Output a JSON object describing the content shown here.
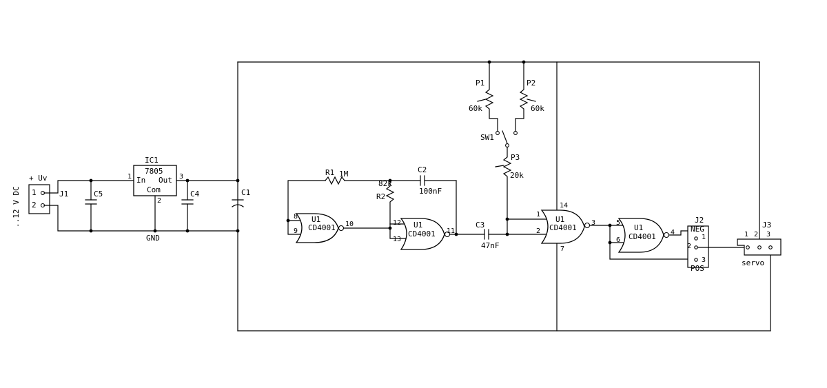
{
  "power": {
    "supply_label": "..12 V DC",
    "header_label": "+ Uv",
    "connector": "J1",
    "pin1": "1",
    "pin2": "2",
    "regulator": {
      "name": "IC1",
      "part": "7805",
      "in_label": "In",
      "out_label": "Out",
      "com_label": "Com",
      "pin_in": "1",
      "pin_out": "3",
      "pin_com": "2"
    },
    "caps": [
      "C5",
      "C4",
      "C1"
    ],
    "gnd_label": "GND"
  },
  "oscillator": {
    "r1": "R1",
    "r1_value": "1M",
    "r2": "R2",
    "r2_value": "82k",
    "c2": "C2",
    "c2_value": "100nF",
    "c3": "C3",
    "c3_value": "47nF"
  },
  "gates": [
    {
      "ref": "U1",
      "part": "CD4001",
      "in_a": "8",
      "in_b": "9",
      "out": "10"
    },
    {
      "ref": "U1",
      "part": "CD4001",
      "in_a": "12",
      "in_b": "13",
      "out": "11"
    },
    {
      "ref": "U1",
      "part": "CD4001",
      "in_a": "1",
      "in_b": "2",
      "out": "3",
      "vdd": "14",
      "vss": "7"
    },
    {
      "ref": "U1",
      "part": "CD4001",
      "in_a": "5",
      "in_b": "6",
      "out": "4"
    }
  ],
  "pots": {
    "p1": "P1",
    "p1_value": "60k",
    "p2": "P2",
    "p2_value": "60k",
    "p3": "P3",
    "p3_value": "20k",
    "switch": "SW1"
  },
  "j2": {
    "ref": "J2",
    "neg": "NEG",
    "pos": "POS",
    "pins": [
      "1",
      "2",
      "3"
    ]
  },
  "j3": {
    "ref": "J3",
    "name": "servo",
    "pins": [
      "1",
      "2",
      "3"
    ]
  }
}
